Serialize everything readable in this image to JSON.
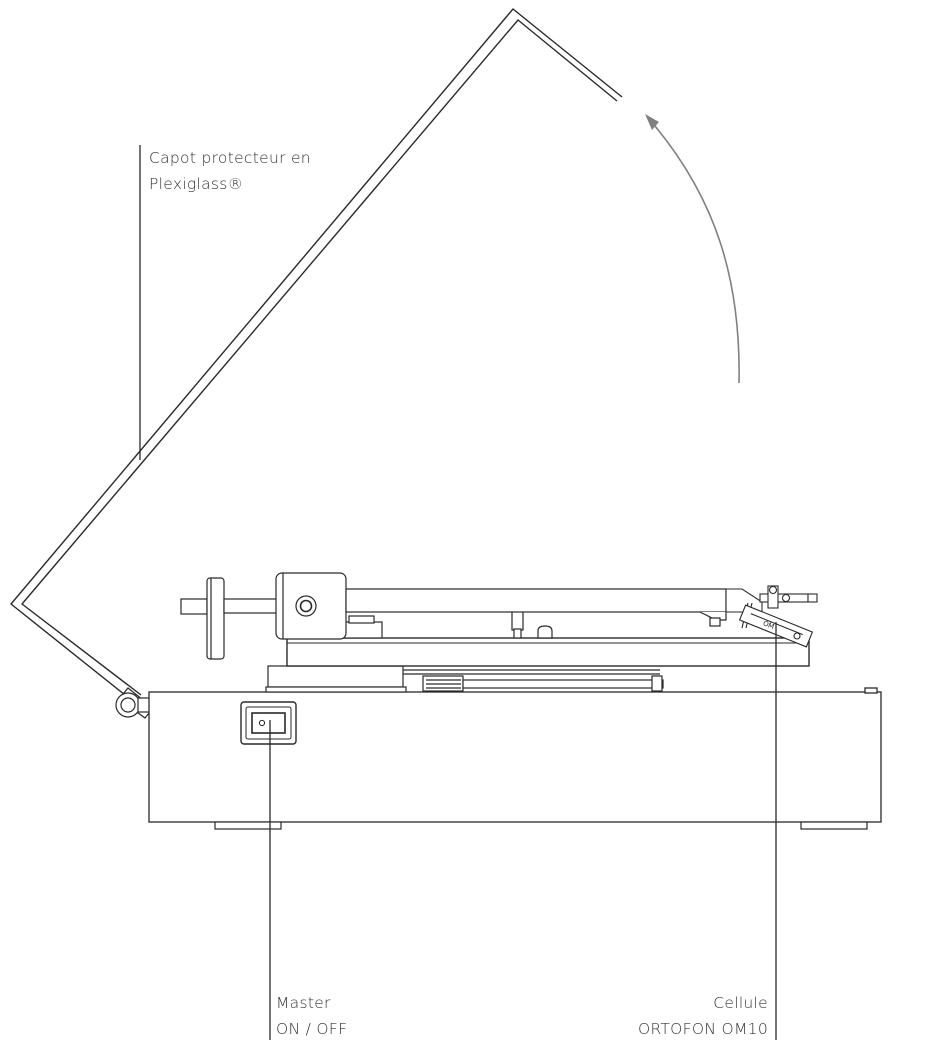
{
  "labels": {
    "cover": {
      "line1": "Capot protecteur en",
      "line2": "Plexiglass®"
    },
    "master": {
      "line1": "Master",
      "line2": "ON / OFF"
    },
    "cartridge": {
      "line1": "Cellule",
      "line2": "ORTOFON OM10"
    },
    "cartridge_badge": "OM"
  },
  "colors": {
    "stroke": "#2a2a2a",
    "arrow": "#808080",
    "text": "#333333",
    "background": "#ffffff"
  }
}
